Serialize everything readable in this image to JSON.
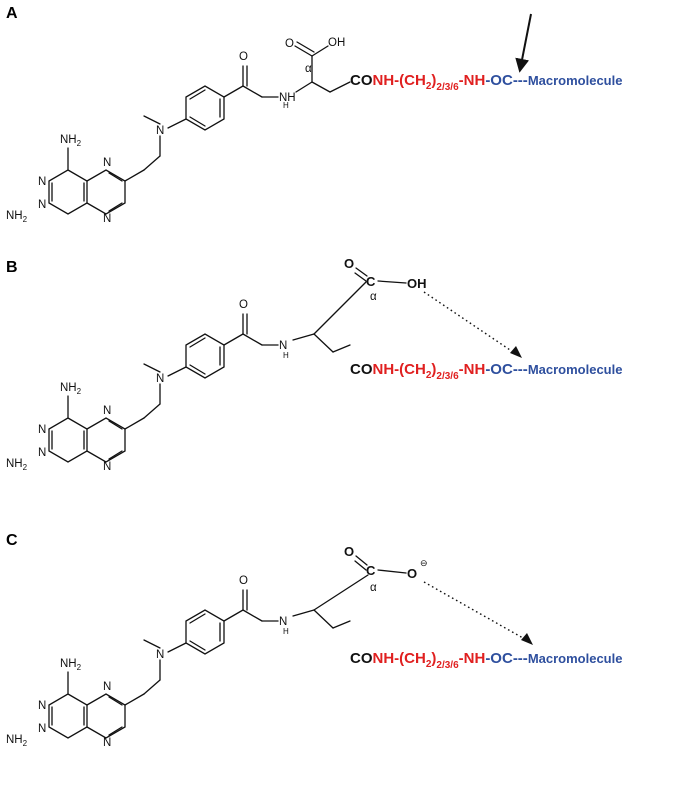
{
  "panels": [
    {
      "label": "A",
      "atoms": {
        "oh": "OH",
        "alpha": "α",
        "nh": "NH"
      },
      "chain": {
        "co": "CO",
        "nh1": "NH-(CH",
        "h2sub": "2",
        "paren": ")",
        "repeat": "2/3/6",
        "dash_nh": "-NH",
        "dash_oc": "-OC",
        "dashes": "---",
        "macromolecule": "Macromolecule"
      }
    },
    {
      "label": "B",
      "atoms": {
        "c": "C",
        "o": "O",
        "oh": "OH",
        "alpha": "α"
      },
      "chain": {
        "co": "CO",
        "nh1": "NH-(CH",
        "h2sub": "2",
        "paren": ")",
        "repeat": "2/3/6",
        "dash_nh": "-NH",
        "dash_oc": "-OC",
        "dashes": "---",
        "macromolecule": "Macromolecule"
      }
    },
    {
      "label": "C",
      "atoms": {
        "c": "C",
        "o": "O",
        "o_minus": "O",
        "charge": "⊖",
        "alpha": "α"
      },
      "chain": {
        "co": "CO",
        "nh1": "NH-(CH",
        "h2sub": "2",
        "paren": ")",
        "repeat": "2/3/6",
        "dash_nh": "-NH",
        "dash_oc": "-OC",
        "dashes": "---",
        "macromolecule": "Macromolecule"
      }
    }
  ],
  "core_atoms": {
    "nh2": "NH",
    "nh2_sub": "2",
    "n": "N",
    "h": "H",
    "o": "O"
  },
  "colors": {
    "linker": "#e02020",
    "macromolecule": "#2e4f9e",
    "bonds": "#111111"
  }
}
